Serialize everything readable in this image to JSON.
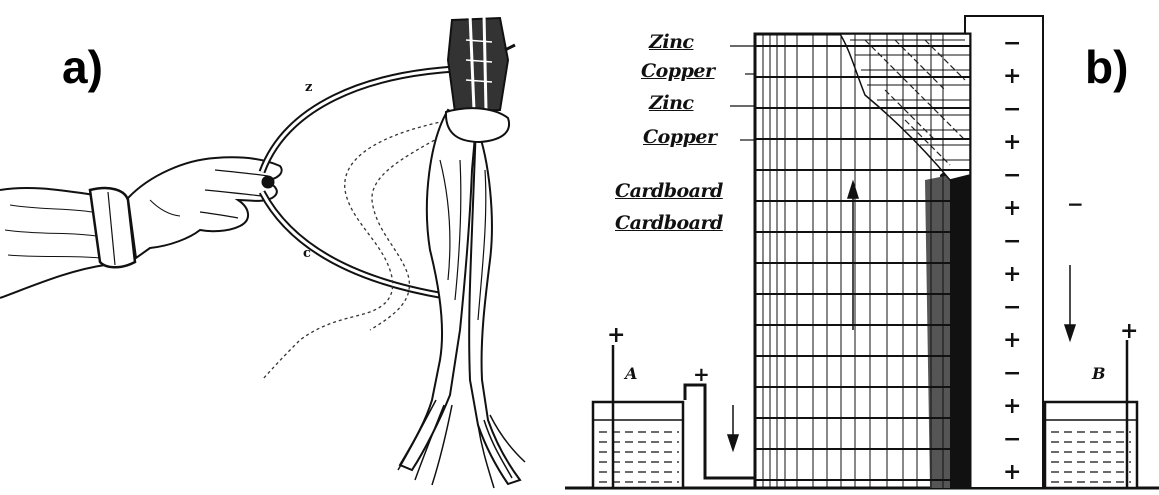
{
  "panel_a": {
    "letter": "a)",
    "wire_labels": {
      "z": "z",
      "c": "c"
    }
  },
  "panel_b": {
    "letter": "b)",
    "layer_labels": [
      "Zinc",
      "Copper",
      "Zinc",
      "Copper",
      "Cardboard",
      "Cardboard"
    ],
    "polarity_signs": [
      "−",
      "+",
      "−",
      "+",
      "−",
      "+",
      "−",
      "+",
      "−",
      "+",
      "−",
      "+",
      "−",
      "+"
    ],
    "cell_labels": {
      "left": "A",
      "right": "B"
    },
    "wire_signs": {
      "left_cell": "+",
      "left_wire": "+",
      "right_cell": "+",
      "right_side": "−"
    }
  }
}
